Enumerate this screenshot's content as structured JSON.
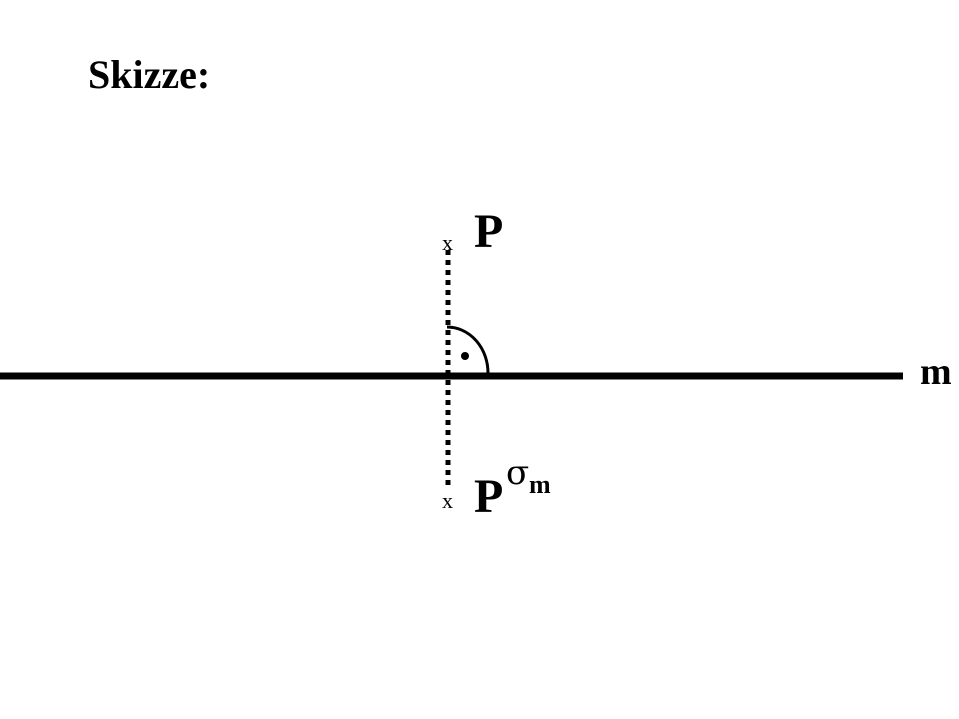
{
  "heading": "Skizze:",
  "labels": {
    "line": "m",
    "point": "P",
    "image_base": "P",
    "image_sigma": "σ",
    "image_sub": "m",
    "point_marker": "x",
    "image_marker": "x",
    "right_angle_dot": "·"
  },
  "colors": {
    "ink": "#000000",
    "background": "#ffffff"
  }
}
